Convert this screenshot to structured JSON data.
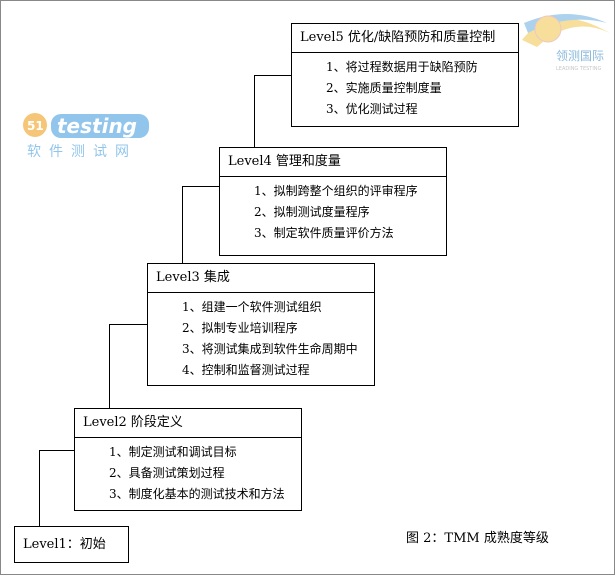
{
  "levels": [
    {
      "title": "Level1：初始",
      "items": []
    },
    {
      "title": "Level2  阶段定义",
      "items": [
        "1、制定测试和调试目标",
        "2、具备测试策划过程",
        "3、制度化基本的测试技术和方法"
      ]
    },
    {
      "title": "Level3  集成",
      "items": [
        "1、组建一个软件测试组织",
        "2、拟制专业培训程序",
        "3、将测试集成到软件生命周期中",
        "4、控制和监督测试过程"
      ]
    },
    {
      "title": "Level4  管理和度量",
      "items": [
        "1、拟制跨整个组织的评审程序",
        "2、拟制测试度量程序",
        "3、制定软件质量评价方法"
      ]
    },
    {
      "title": "Level5  优化/缺陷预防和质量控制",
      "items": [
        "1、将过程数据用于缺陷预防",
        "2、实施质量控制度量",
        "3、优化测试过程"
      ]
    }
  ],
  "caption": "图 2：TMM 成熟度等级",
  "watermarks": {
    "top_right": "领测国际",
    "top_right_sub": "LEADING TESTING",
    "center_num": "51",
    "center": "testing",
    "center_sub": "软件测试网"
  }
}
